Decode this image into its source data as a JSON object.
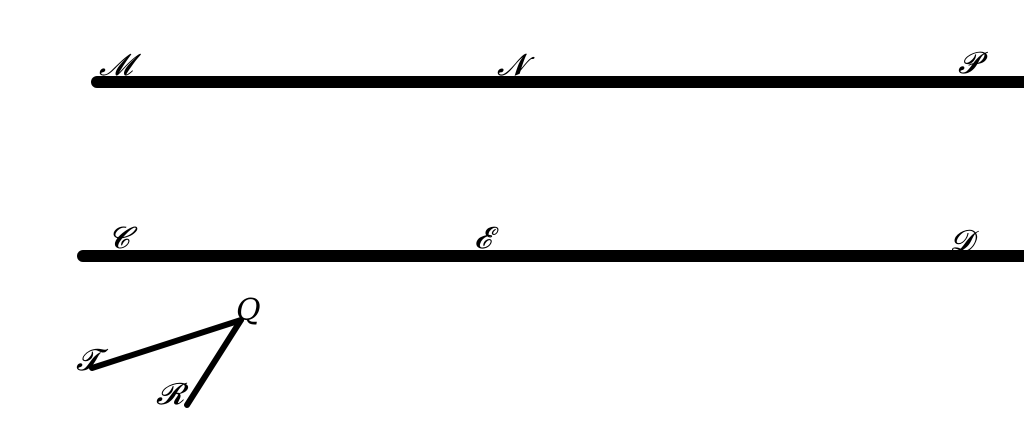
{
  "figure": {
    "ink_color": "#000000",
    "background_color": "#ffffff",
    "labels": {
      "M": "𝓜",
      "N": "𝓝",
      "P": "𝓟",
      "C": "𝓒",
      "E": "𝓔",
      "D": "𝓓",
      "Q": "Q",
      "T": "𝓣",
      "R": "𝓡"
    }
  }
}
